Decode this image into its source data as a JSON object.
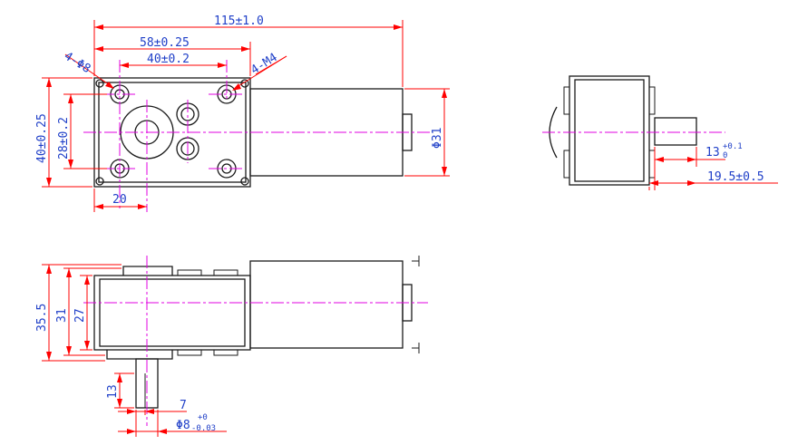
{
  "dimensions": {
    "overall_length": "115±1.0",
    "mount_span": "58±0.25",
    "hole_span": "40±0.2",
    "mount_holes": "4-Φ8",
    "tap_holes": "4-M4",
    "gearbox_height": "40±0.25",
    "hole_height": "28±0.2",
    "shaft_offset": "20",
    "motor_diameter": "Φ31",
    "shaft_protrusion_base": "13",
    "shaft_protrusion_tol": "+0.1\n0",
    "rear_protrusion": "19.5±0.5",
    "side_height": "35.5",
    "side_motor": "31",
    "side_gearbox": "27",
    "output_shaft_length": "13",
    "flat_width": "7",
    "shaft_diameter_base": "Φ8",
    "shaft_tol_upper": "+0",
    "shaft_tol_lower": "-0.03"
  },
  "colors": {
    "outline": "#1a1a1a",
    "centerline": "#e000e0",
    "dimension": "#ff0000",
    "label": "#1f3fc8"
  }
}
